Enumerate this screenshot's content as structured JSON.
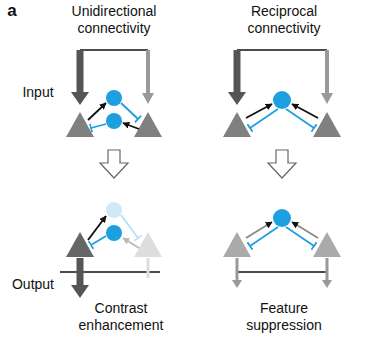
{
  "diagram": {
    "labels": [
      "a",
      "Unidirectional connectivity",
      "Reciprocal connectivity",
      "Input",
      "Output",
      "Contrast enhancement",
      "Feature suppression"
    ]
  }
}
